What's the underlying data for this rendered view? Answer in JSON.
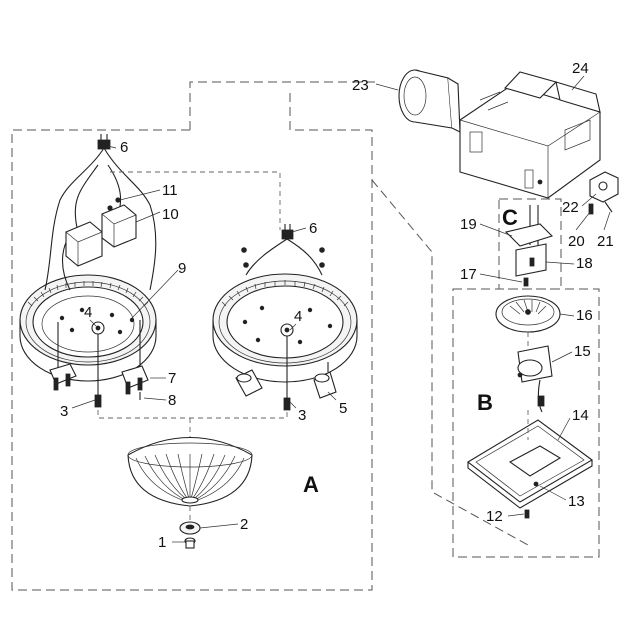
{
  "sections": {
    "a": "A",
    "b": "B",
    "c": "C"
  },
  "callouts": [
    "1",
    "2",
    "3",
    "3",
    "4",
    "4",
    "5",
    "6",
    "6",
    "7",
    "8",
    "9",
    "10",
    "11",
    "12",
    "13",
    "14",
    "15",
    "16",
    "17",
    "18",
    "19",
    "20",
    "21",
    "22",
    "23",
    "24"
  ]
}
